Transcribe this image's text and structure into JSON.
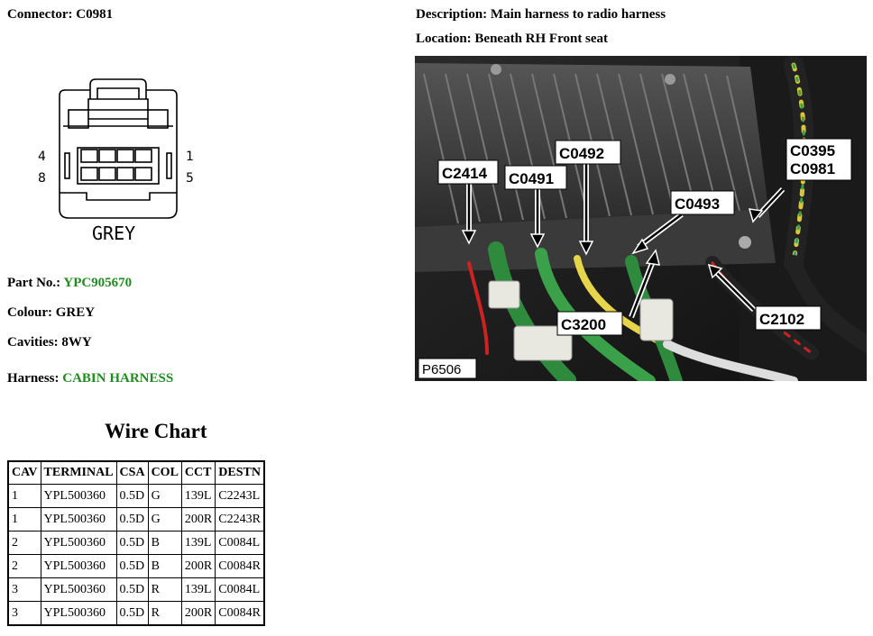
{
  "connector": {
    "label": "Connector:",
    "id": "C0981"
  },
  "description": {
    "label": "Description:",
    "value": "Main harness to radio harness"
  },
  "location": {
    "label": "Location:",
    "value": "Beneath RH Front seat"
  },
  "diagram": {
    "pin_top_left": "4",
    "pin_bottom_left": "8",
    "pin_top_right": "1",
    "pin_bottom_right": "5",
    "colour_text": "GREY"
  },
  "part": {
    "label": "Part No.:",
    "value": "YPC905670"
  },
  "colour": {
    "label": "Colour:",
    "value": "GREY"
  },
  "cavities": {
    "label": "Cavities:",
    "value": "8WY"
  },
  "harness": {
    "label": "Harness:",
    "value": "CABIN HARNESS"
  },
  "wire_chart": {
    "title": "Wire Chart",
    "headers": [
      "CAV",
      "TERMINAL",
      "CSA",
      "COL",
      "CCT",
      "DESTN"
    ],
    "rows": [
      [
        "1",
        "YPL500360",
        "0.5D",
        "G",
        "139L",
        "C2243L"
      ],
      [
        "1",
        "YPL500360",
        "0.5D",
        "G",
        "200R",
        "C2243R"
      ],
      [
        "2",
        "YPL500360",
        "0.5D",
        "B",
        "139L",
        "C0084L"
      ],
      [
        "2",
        "YPL500360",
        "0.5D",
        "B",
        "200R",
        "C0084R"
      ],
      [
        "3",
        "YPL500360",
        "0.5D",
        "R",
        "139L",
        "C0084L"
      ],
      [
        "3",
        "YPL500360",
        "0.5D",
        "R",
        "200R",
        "C0084R"
      ]
    ]
  },
  "photo": {
    "labels": {
      "c2414": "C2414",
      "c0491": "C0491",
      "c0492": "C0492",
      "c0493": "C0493",
      "c0395": "C0395",
      "c0981": "C0981",
      "c3200": "C3200",
      "c2102": "C2102"
    },
    "ref": "P6506"
  },
  "colors": {
    "accent_green": "#1f8c1f"
  }
}
